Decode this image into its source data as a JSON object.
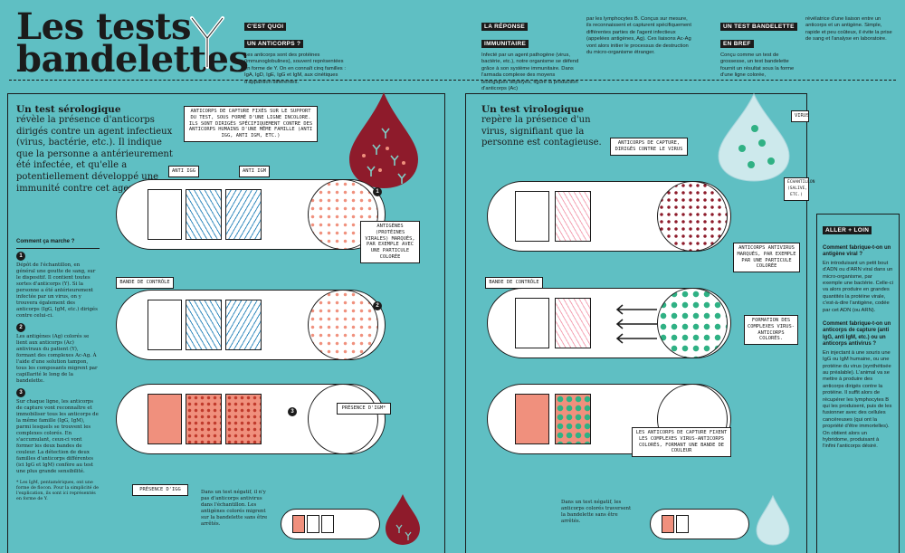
{
  "header": {
    "title_line1": "Les tests",
    "title_line2": "bandelettes",
    "col1_tag_a": "C'EST QUOI",
    "col1_tag_b": "UN ANTICORPS ?",
    "col1_text": "Les anticorps sont des protéines (immunoglobulines), souvent représentées en forme de Y. On en connaît cinq familles : IgA, IgD, IgE, IgG et IgM, aux cinétiques d'apparition différentes.",
    "col2_tag_a": "LA RÉPONSE",
    "col2_tag_b": "IMMUNITAIRE",
    "col2_text": "Infecté par un agent pathogène (virus, bactérie, etc.), notre organisme se défend grâce à son système immunitaire. Dans l'armada complexe des moyens biologiques déployés, figure la production d'anticorps (Ac)",
    "col3_text": "par les lymphocytes B. Conçus sur mesure, ils reconnaissent et capturent spécifiquement différentes parties de l'agent infectieux (appelées antigènes, Ag). Ces liaisons Ac-Ag vont alors initier le processus de destruction du micro-organisme étranger.",
    "col4_tag_a": "UN TEST BANDELETTE",
    "col4_tag_b": "EN BREF",
    "col4_text": "Conçu comme un test de grossesse, un test bandelette fournit un résultat sous la forme d'une ligne colorée,",
    "col5_text": "révélatrice d'une liaison entre un anticorps et un antigène. Simple, rapide et peu coûteux, il évite la prise de sang et l'analyse en laboratoire."
  },
  "left": {
    "heading": "Un test sérologique",
    "lead": "révèle la présence d'anticorps dirigés contre un agent infectieux (virus, bactérie, etc.). Il indique que la personne a antérieurement été infectée, et qu'elle a potentiellement développé une immunité contre cet agent.",
    "how_heading": "Comment ça marche ?",
    "step1_text": "Dépôt de l'échantillon, en général une goutte de sang, sur le dispositif. Il contient toutes sortes d'anticorps (Y). Si la personne a été antérieurement infectée par un virus, on y trouvera également des anticorps (IgG, IgM, etc.) dirigés contre celui-ci.",
    "step2_text": "Les antigènes (Ag) colorés se lient aux anticorps (Ac) antiviraux du patient (Y), formant des complexes Ac-Ag. À l'aide d'une solution tampon, tous les composants migrent par capillarité le long de la bandelette.",
    "step3_text": "Sur chaque ligne, les anticorps de capture vont reconnaître et immobiliser tous les anticorps de la même famille (IgG, IgM), parmi lesquels se trouvent les complexes colorés. En s'accumulant, ceux-ci vont former les deux bandes de couleur. La détection de deux familles d'anticorps différentes (ici IgG et IgM) confère au test une plus grande sensibilité.",
    "footnote": "* Les IgM, pentamériques, ont une forme de flocon. Pour la simplicité de l'explication, ils sont ici représentés en forme de Y.",
    "label_capture": "Anticorps de capture fixés sur le support du test, sous formé d'une ligne incolore. Ils sont dirigés spécifiquement contre des anticorps humains d'une même famille (anti IgG, anti IgM, etc.)",
    "label_anti_igg": "Anti IgG",
    "label_anti_igm": "Anti IgM",
    "label_antigenes": "Antigènes (protéines virales) marqués, par exemple avec une particule colorée",
    "label_bande": "Bande de contrôle",
    "label_presence_igm": "Présence d'IgM*",
    "label_presence_igg": "Présence d'IgG",
    "negative_text": "Dans un test négatif, il n'y pas d'anticorps antivirus dans l'échantillon. Les antigènes colorés migrent sur la bandelette sans être arrêtés.",
    "num1": "1",
    "num2": "2",
    "num3": "3"
  },
  "right": {
    "heading": "Un test virologique",
    "lead": "repère la présence d'un virus, signifiant que la personne est contagieuse.",
    "label_capture": "Anticorps de capture, dirigés contre le virus",
    "label_virus": "Virus",
    "label_echantillon": "Échantillon (salive, etc.)",
    "label_antivirus": "Anticorps antivirus marqués, par exemple par une particule colorée",
    "label_bande": "Bande de contrôle",
    "label_formation": "Formation des complexes virus-anticorps colorés.",
    "label_fixent": "Les anticorps de capture fixent les complexes virus-anticorps colorés, formant une bande de couleur",
    "negative_text": "Dans un test négatif, les anticorps colorés traversent la bandelette sans être arrêtés."
  },
  "sidebar": {
    "tag": "ALLER + LOIN",
    "q1": "Comment fabrique-t-on un antigène viral ?",
    "a1": "En introduisant un petit bout d'ADN ou d'ARN viral dans un micro-organisme, par exemple une bactérie. Celle-ci va alors produire en grandes quantités la protéine virale, c'est-à-dire l'antigène, codée par cet ADN (ou ARN).",
    "q2": "Comment fabrique-t-on un anticorps de capture (anti IgG, anti IgM, etc.) ou un anticorps antivirus ?",
    "a2": "En injectant à une souris une IgG ou IgM humaine, ou une protéine du virus (synthétisée au préalable). L'animal va se mettre à produire des anticorps dirigés contre la protéine. Il suffit alors de récupérer les lymphocytes B qui les produisent, puis de les fusionner avec des cellules cancéreuses (qui ont la propriété d'être immortelles). On obtient alors un hybridome, produisant à l'infini l'anticorps désiré."
  },
  "colors": {
    "background": "#5fbfc3",
    "blood": "#8e1b2b",
    "salmon": "#f0907d",
    "pink": "#f4a5b6",
    "green": "#2fb184",
    "blue": "#3b8fc0"
  },
  "icons": [
    "y-antibody-icon",
    "blood-drop-icon",
    "saliva-drop-icon",
    "virus-icon",
    "arrow-icon"
  ]
}
